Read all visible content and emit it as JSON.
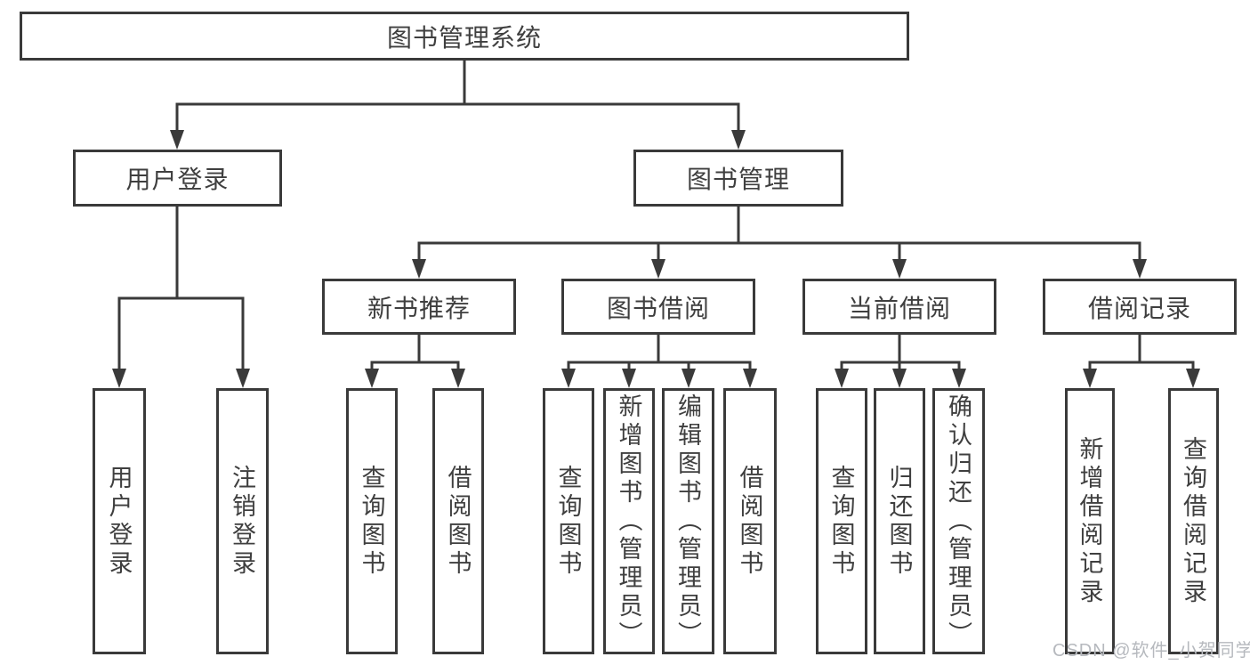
{
  "colors": {
    "line": "#3a3a3a",
    "node_border": "#3a3a3a",
    "node_text": "#3f3f3f",
    "node_background": "#ffffff",
    "page_background": "#ffffff",
    "watermark_text_color": "#b6b9be"
  },
  "watermark": {
    "text": "CSDN @软件_小贺同学"
  },
  "tree": {
    "root": {
      "label": "图书管理系统",
      "children": [
        {
          "label": "用户登录",
          "children": [
            {
              "label": "用户登录"
            },
            {
              "label": "注销登录"
            }
          ]
        },
        {
          "label": "图书管理",
          "children": [
            {
              "label": "新书推荐",
              "children": [
                {
                  "label": "查询图书"
                },
                {
                  "label": "借阅图书"
                }
              ]
            },
            {
              "label": "图书借阅",
              "children": [
                {
                  "label": "查询图书"
                },
                {
                  "label": "新增图书（管理员）"
                },
                {
                  "label": "编辑图书（管理员）"
                },
                {
                  "label": "借阅图书"
                }
              ]
            },
            {
              "label": "当前借阅",
              "children": [
                {
                  "label": "查询图书"
                },
                {
                  "label": "归还图书"
                },
                {
                  "label": "确认归还（管理员）"
                }
              ]
            },
            {
              "label": "借阅记录",
              "children": [
                {
                  "label": "新增借阅记录"
                },
                {
                  "label": "查询借阅记录"
                }
              ]
            }
          ]
        }
      ]
    }
  }
}
